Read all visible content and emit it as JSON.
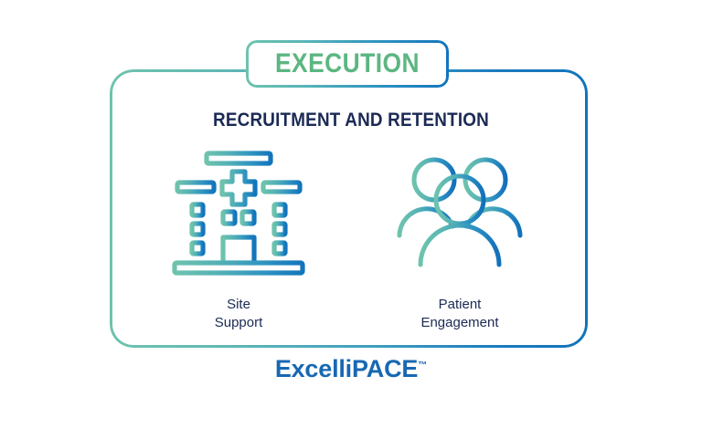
{
  "diagram": {
    "stage_tab": {
      "label": "EXECUTION",
      "text_color": "#5cb681"
    },
    "headline": "RECRUITMENT AND RETENTION",
    "headline_color": "#1b2a55",
    "panel": {
      "border_gradient_from": "#6ec3ad",
      "border_gradient_to": "#1273bb"
    },
    "items": [
      {
        "icon": "hospital-building-icon",
        "caption_line1": "Site",
        "caption_line2": "Support"
      },
      {
        "icon": "group-of-people-icon",
        "caption_line1": "Patient",
        "caption_line2": "Engagement"
      }
    ],
    "brand": {
      "name": "ExcelliPACE",
      "trademark": "™",
      "color": "#1868b3"
    }
  }
}
